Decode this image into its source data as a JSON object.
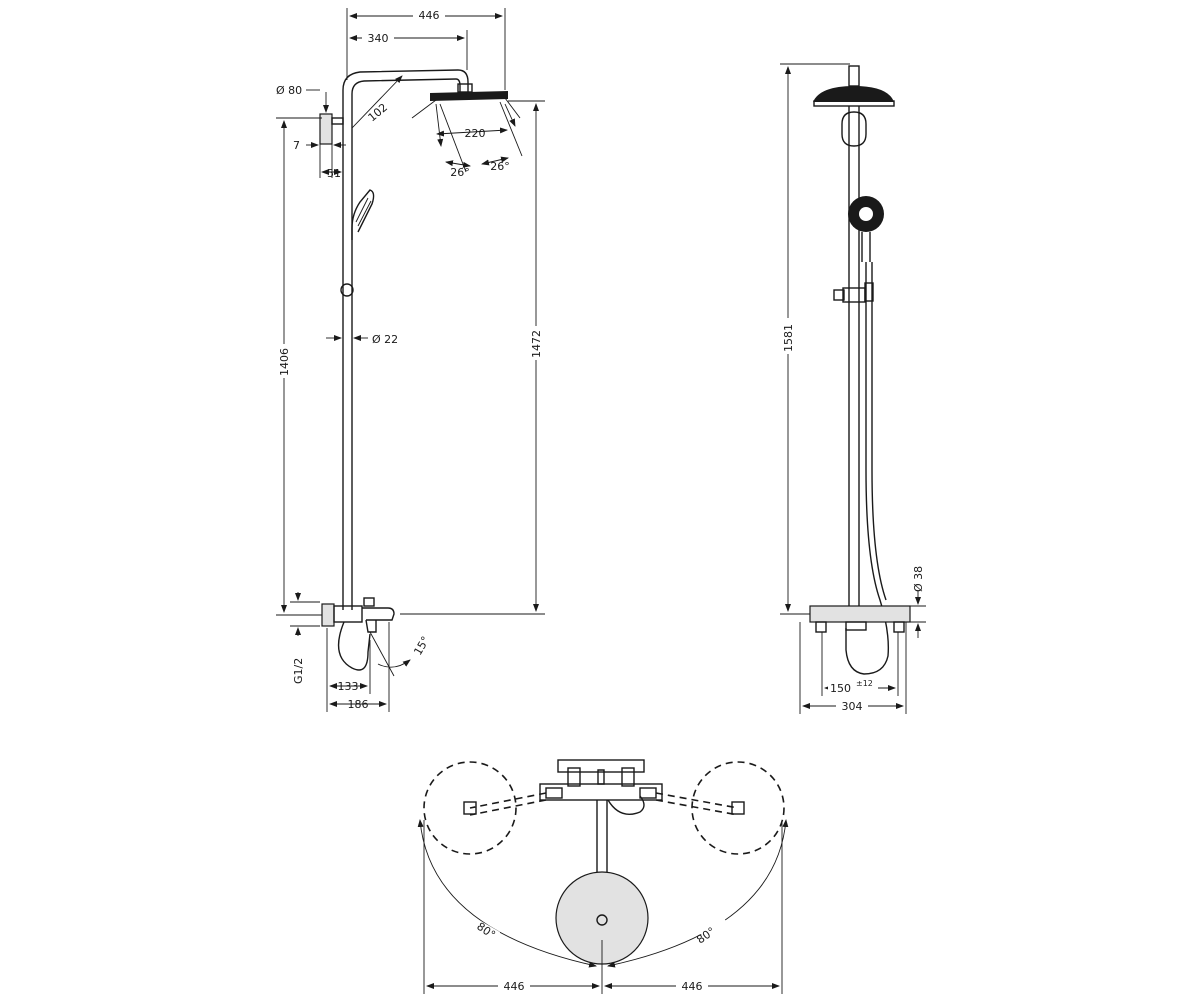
{
  "side_view": {
    "width_overall": "446",
    "arm_length": "340",
    "head_diameter_label": "Ø 80",
    "arm_offset": "102",
    "head_width": "220",
    "tilt_left": "26°",
    "tilt_right": "26°",
    "wall_gap": "7",
    "bracket_depth": "51",
    "pipe_diameter": "Ø 22",
    "height_to_bracket": "1406",
    "height_to_head": "1472",
    "thread_label": "G1/2",
    "spout_angle": "15°",
    "spout_reach_short": "133",
    "spout_reach_long": "186"
  },
  "front_view": {
    "total_height": "1581",
    "body_diameter": "Ø 38",
    "connection_spacing": "150",
    "spacing_tolerance": "±12",
    "body_width": "304"
  },
  "top_view": {
    "swing_left": "80°",
    "swing_right": "80°",
    "reach_left": "446",
    "reach_right": "446"
  }
}
